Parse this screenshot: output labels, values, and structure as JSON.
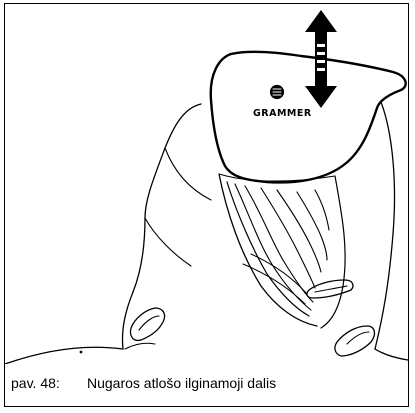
{
  "figure": {
    "brand_logo": "GRAMMER",
    "caption_number": "pav. 48:",
    "caption_text": "Nugaros atlošo ilginamoji dalis",
    "icons": {
      "adjust_arrow": "up-down-arrow-icon",
      "logo": "grammer-logo-icon"
    },
    "colors": {
      "line": "#000000",
      "background": "#ffffff"
    }
  }
}
